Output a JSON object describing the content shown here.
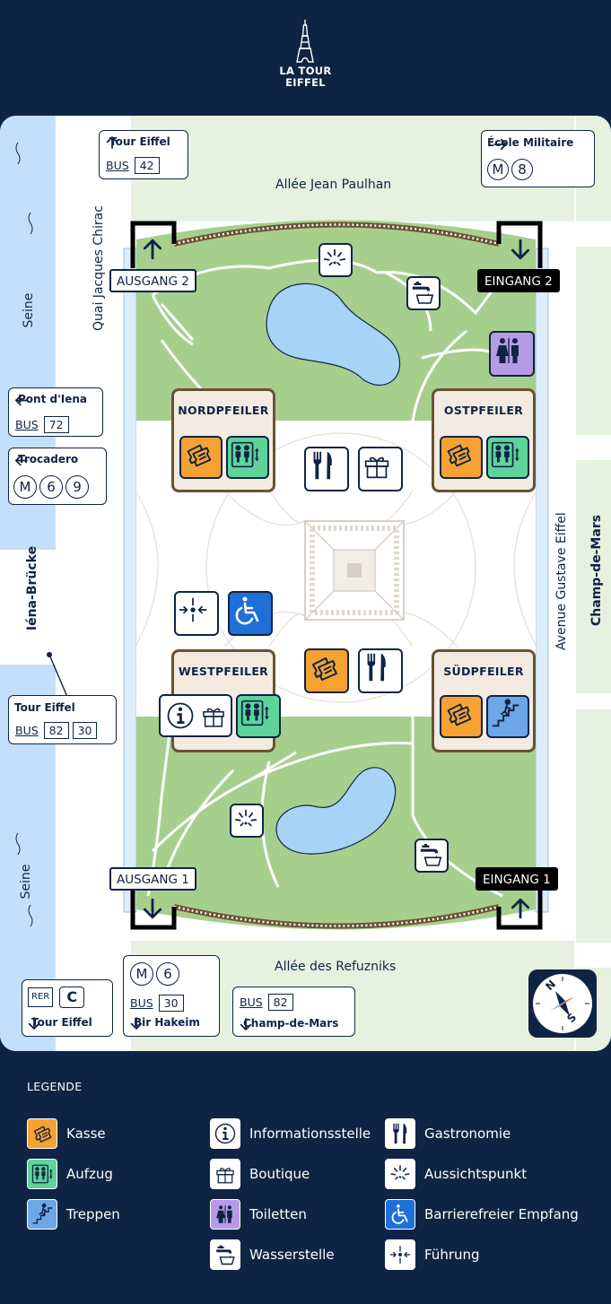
{
  "brand": {
    "line1": "LA TOUR",
    "line2": "EIFFEL",
    "icon": "eiffel-tower-icon"
  },
  "colors": {
    "navy": "#0f2444",
    "lawn": "#a6cf8d",
    "water": "#c2e0fb",
    "pond": "#a8d3f6",
    "pillar_fill": "#f3ebe2",
    "pillar_border": "#6b5133",
    "kasse": "#f6a233",
    "aufzug": "#5ed39a",
    "treppen": "#6fa6e8",
    "toiletten": "#b79ae6",
    "barrierefrei": "#1f6fd8"
  },
  "streets": {
    "top": "Allée Jean Paulhan",
    "bottom": "Allée des Refuzniks",
    "left": "Quai Jacques Chirac",
    "right": "Avenue Gustave Eiffel",
    "champ": "Champ-de-Mars",
    "bridge": "Iéna-Brücke",
    "river_top": "Seine",
    "river_bottom": "Seine"
  },
  "transit": {
    "tour_eiffel_top": {
      "label": "Tour Eiffel",
      "bus_label": "BUS",
      "bus": [
        "42"
      ]
    },
    "ecole_militaire": {
      "label": "École Militaire",
      "metro_label": "M",
      "metro": [
        "8"
      ]
    },
    "pont_iena": {
      "label": "Pont d'Iena",
      "bus_label": "BUS",
      "bus": [
        "72"
      ]
    },
    "trocadero": {
      "label": "Trocadero",
      "metro_label": "M",
      "metro": [
        "6",
        "9"
      ]
    },
    "tour_eiffel_left": {
      "label": "Tour Eiffel",
      "bus_label": "BUS",
      "bus": [
        "82",
        "30"
      ]
    },
    "rer": {
      "rer_label": "RER",
      "line": "C",
      "label": "Tour Eiffel"
    },
    "bir_hakeim": {
      "metro_label": "M",
      "metro": [
        "6"
      ],
      "bus_label": "BUS",
      "bus": [
        "30"
      ],
      "label": "Bir Hakeim"
    },
    "champ_de_mars": {
      "bus_label": "BUS",
      "bus": [
        "82"
      ],
      "label": "Champ-de-Mars"
    }
  },
  "gates": {
    "ausgang2": "AUSGANG 2",
    "eingang2": "EINGANG 2",
    "ausgang1": "AUSGANG 1",
    "eingang1": "EINGANG 1"
  },
  "pillars": {
    "nord": "NORDPFEILER",
    "ost": "OSTPFEILER",
    "west": "WESTPFEILER",
    "sued": "SÜDPFEILER"
  },
  "compass": {
    "n": "N",
    "s": "S"
  },
  "legend": {
    "title": "LEGENDE",
    "items": [
      {
        "label": "Kasse",
        "icon": "ticket-icon"
      },
      {
        "label": "Aufzug",
        "icon": "elevator-icon"
      },
      {
        "label": "Treppen",
        "icon": "stairs-icon"
      },
      {
        "label": "Informationsstelle",
        "icon": "info-icon"
      },
      {
        "label": "Boutique",
        "icon": "gift-icon"
      },
      {
        "label": "Toiletten",
        "icon": "toilet-icon"
      },
      {
        "label": "Wasserstelle",
        "icon": "water-tap-icon"
      },
      {
        "label": "Gastronomie",
        "icon": "fork-knife-icon"
      },
      {
        "label": "Aussichtspunkt",
        "icon": "viewpoint-icon"
      },
      {
        "label": "Barrierefreier Empfang",
        "icon": "wheelchair-icon"
      },
      {
        "label": "Führung",
        "icon": "guided-tour-icon"
      }
    ]
  }
}
